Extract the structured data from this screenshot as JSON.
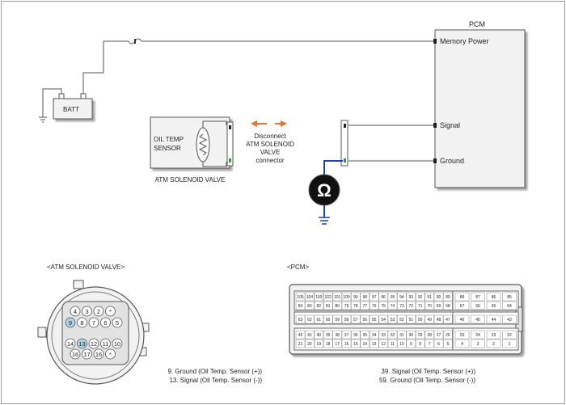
{
  "pcm": {
    "title": "PCM",
    "pins": [
      "Memory Power",
      "Signal",
      "Ground"
    ]
  },
  "battery": {
    "label": "BATT"
  },
  "solenoid": {
    "sensor_line1": "OIL TEMP",
    "sensor_line2": "SENSOR",
    "caption": "ATM SOLENOID VALVE"
  },
  "instruction": {
    "line1": "Disconnect",
    "line2": "ATM SOLENOID",
    "line3": "VALVE",
    "line4": "connector"
  },
  "meter": {
    "symbol": "Ω"
  },
  "connectors": {
    "solenoid_title": "<ATM SOLENOID VALVE>",
    "pcm_title": "<PCM>",
    "solenoid_pins": {
      "row1": [
        "4",
        "3",
        "2",
        "*"
      ],
      "row2": [
        "9",
        "8",
        "7",
        "6",
        "5"
      ],
      "row3": [
        "14",
        "13",
        "12",
        "11",
        "10"
      ],
      "row4": [
        "16",
        "17",
        "16",
        "*"
      ]
    },
    "pcm_pins": {
      "b1_r1": [
        "105",
        "104",
        "103",
        "102",
        "101",
        "100",
        "99",
        "98",
        "97",
        "96",
        "95",
        "94",
        "93",
        "92",
        "91",
        "90",
        "89"
      ],
      "b1_r2": [
        "84",
        "83",
        "82",
        "81",
        "80",
        "79",
        "78",
        "77",
        "76",
        "75",
        "74",
        "73",
        "72",
        "71",
        "70",
        "69",
        "68"
      ],
      "b1_r3": [
        "63",
        "62",
        "61",
        "60",
        "59",
        "58",
        "57",
        "56",
        "55",
        "54",
        "53",
        "52",
        "51",
        "50",
        "49",
        "48",
        "47"
      ],
      "b1_r4": [
        "42",
        "41",
        "40",
        "39",
        "38",
        "37",
        "36",
        "35",
        "34",
        "33",
        "32",
        "31",
        "30",
        "29",
        "28",
        "27",
        "26"
      ],
      "b1_r5": [
        "21",
        "20",
        "19",
        "18",
        "17",
        "16",
        "15",
        "14",
        "13",
        "12",
        "11",
        "10",
        "9",
        "8",
        "7",
        "6",
        "5"
      ],
      "b2_r1": [
        "88",
        "87",
        "86",
        "85"
      ],
      "b2_r2": [
        "67",
        "66",
        "65",
        "64"
      ],
      "b2_r3": [
        "46",
        "45",
        "44",
        "43"
      ],
      "b2_r4": [
        "25",
        "24",
        "23",
        "22"
      ],
      "b2_r5": [
        "4",
        "3",
        "2",
        "1"
      ]
    },
    "solenoid_notes": [
      "9. Ground (Oil Temp. Sensor (+))",
      "13. Signal (Oil Temp. Sensor (-))"
    ],
    "pcm_notes": [
      "39. Signal (Oil Temp. Sensor (+))",
      "59. Ground (Oil Temp. Sensor (-))"
    ]
  },
  "colors": {
    "wire": "#555555",
    "ground_wire": "#1f3fbf",
    "arrow": "#e8722a",
    "pin_highlight": "#a9d3e6",
    "pin_green": "#2e9e3a",
    "pcm_fill": "#f2f2f2"
  }
}
